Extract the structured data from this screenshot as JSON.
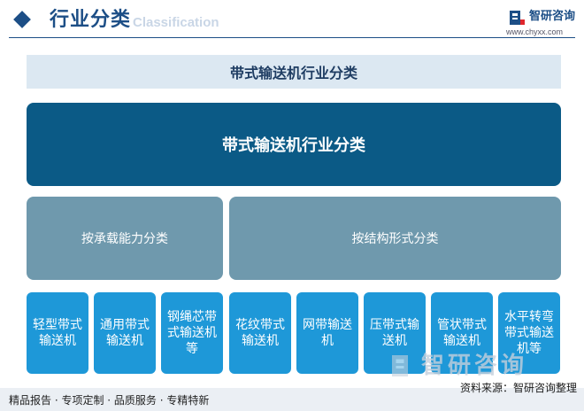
{
  "header": {
    "title": "行业分类",
    "watermark": "Classification",
    "brand_name": "智研咨询",
    "brand_url": "www.chyxx.com"
  },
  "diagram": {
    "banner": "带式输送机行业分类",
    "root": "带式输送机行业分类",
    "categories": [
      {
        "label": "按承载能力分类"
      },
      {
        "label": "按结构形式分类"
      }
    ],
    "leaves": [
      {
        "label": "轻型带式输送机"
      },
      {
        "label": "通用带式输送机"
      },
      {
        "label": "钢绳芯带式输送机等"
      },
      {
        "label": "花纹带式输送机"
      },
      {
        "label": "网带输送机"
      },
      {
        "label": "压带式输送机"
      },
      {
        "label": "管状带式输送机"
      },
      {
        "label": "水平转弯带式输送机等"
      }
    ]
  },
  "footer": {
    "tagline": "精品报告 · 专项定制 · 品质服务 · 专精特新",
    "source": "资料来源：智研咨询整理",
    "watermark": "智研咨询"
  },
  "colors": {
    "brand": "#1c4e86",
    "root": "#0b5a86",
    "category": "#6f99ad",
    "leaf": "#1e98d8",
    "banner_bg": "#dce8f2"
  }
}
